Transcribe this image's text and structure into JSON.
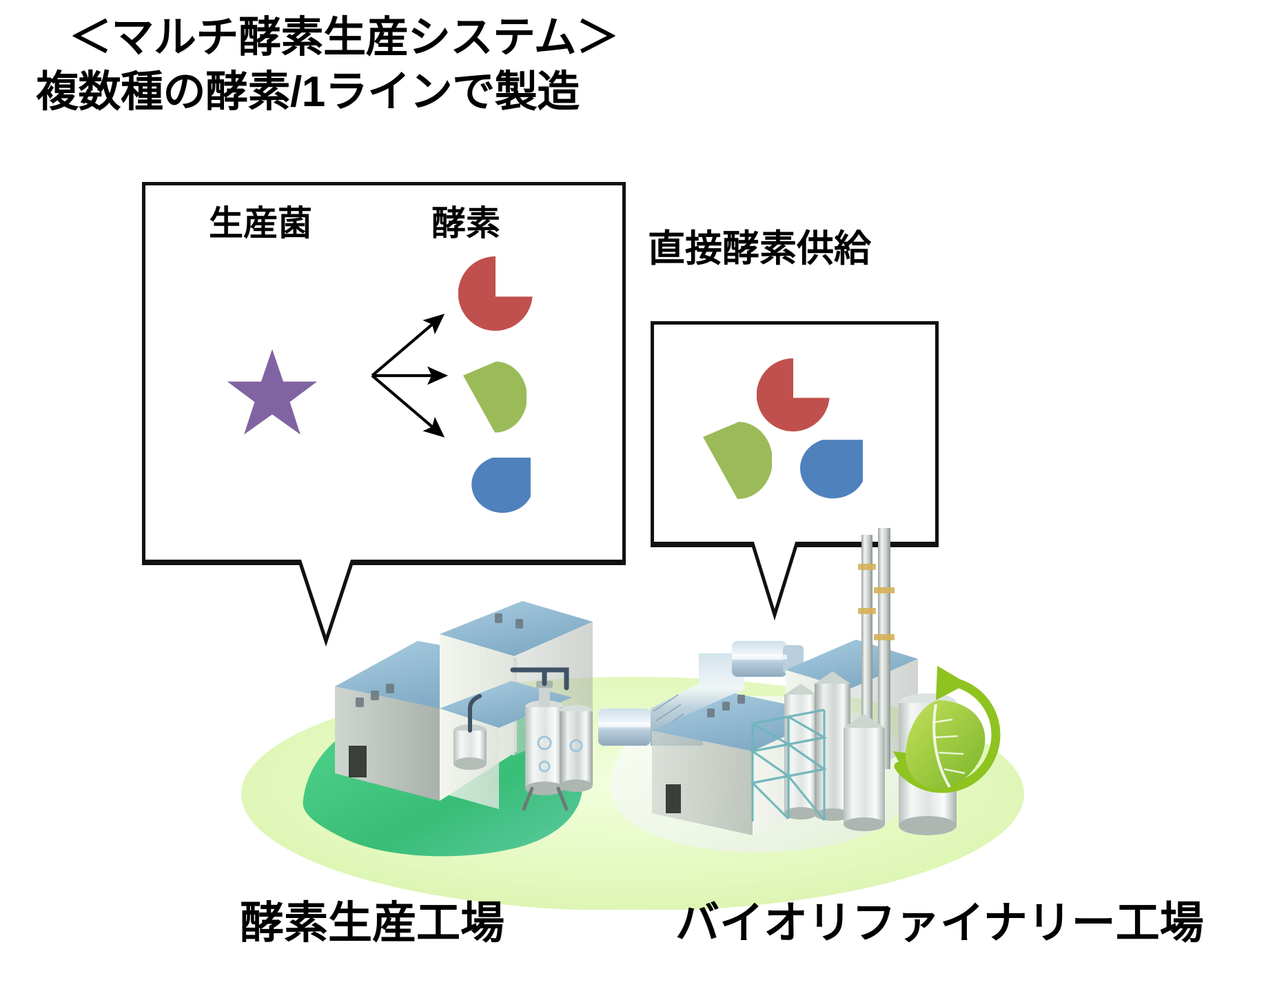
{
  "title": {
    "line1": "＜マルチ酵素生産システム＞",
    "line2": "複数種の酵素/1ラインで製造"
  },
  "callouts": {
    "left": {
      "name": "multi-enzyme-production-callout",
      "label_producer": "生産菌",
      "label_enzyme": "酵素",
      "producer_icon": "purple-star-icon",
      "enzymes": [
        {
          "name": "enzyme-red",
          "color": "#c0504d",
          "shape": "pacman"
        },
        {
          "name": "enzyme-green",
          "color": "#9bbb59",
          "shape": "teardrop-left"
        },
        {
          "name": "enzyme-blue",
          "color": "#4f81bd",
          "shape": "teardrop-right"
        }
      ],
      "arrows": 3
    },
    "right": {
      "name": "direct-enzyme-supply-callout",
      "label": "直接酵素供給",
      "enzymes": [
        {
          "name": "enzyme-red",
          "color": "#c0504d",
          "shape": "pacman"
        },
        {
          "name": "enzyme-green",
          "color": "#9bbb59",
          "shape": "teardrop-left"
        },
        {
          "name": "enzyme-blue",
          "color": "#4f81bd",
          "shape": "teardrop-right"
        }
      ]
    }
  },
  "scene": {
    "name": "factory-illustration",
    "left_factory": "酵素生産工場",
    "right_factory": "バイオリファイナリー工場",
    "eco_icon": "green-leaf-recycle-icon",
    "pipe_icon": "duct-pipe-icon"
  },
  "colors": {
    "enzyme_red": "#c0504d",
    "enzyme_green": "#9bbb59",
    "enzyme_blue": "#4f81bd",
    "star_purple": "#8064a2",
    "ground_light": "#ddf3b5",
    "ground_green": "#3cbf77",
    "roof_blue": "#8fb8d0",
    "outline_black": "#111111",
    "leaf_green": "#8fc320"
  }
}
